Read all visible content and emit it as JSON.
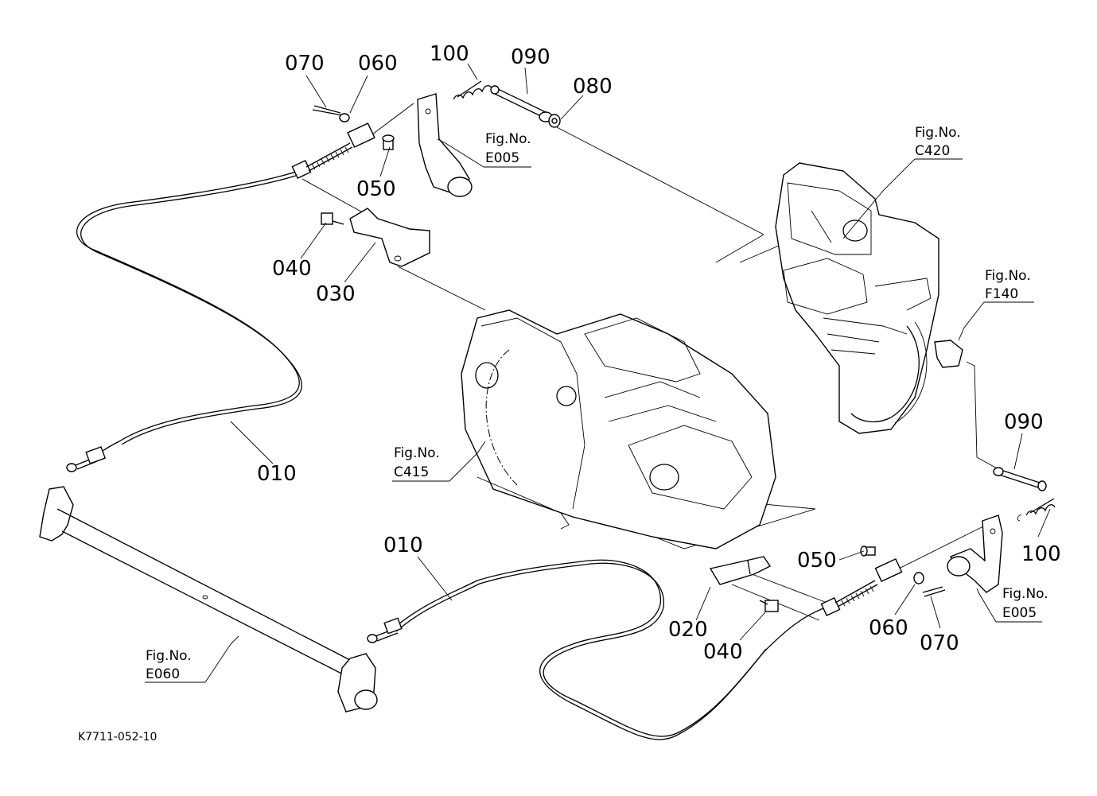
{
  "drawing_code": "K7711-052-10",
  "callouts": {
    "c070_top": "070",
    "c060_top": "060",
    "c100_top": "100",
    "c090_top": "090",
    "c080": "080",
    "c050_top": "050",
    "c040_top": "040",
    "c030": "030",
    "c010_left": "010",
    "c010_bottom": "010",
    "c020": "020",
    "c040_bottom": "040",
    "c050_bottom": "050",
    "c060_bottom": "060",
    "c070_bottom": "070",
    "c090_right": "090",
    "c100_right": "100"
  },
  "fig_refs": {
    "e005_top": {
      "label": "Fig.No.",
      "code": "E005"
    },
    "c420": {
      "label": "Fig.No.",
      "code": "C420"
    },
    "f140": {
      "label": "Fig.No.",
      "code": "F140"
    },
    "c415": {
      "label": "Fig.No.",
      "code": "C415"
    },
    "e060": {
      "label": "Fig.No.",
      "code": "E060"
    },
    "e005_bottom": {
      "label": "Fig.No.",
      "code": "E005"
    }
  }
}
